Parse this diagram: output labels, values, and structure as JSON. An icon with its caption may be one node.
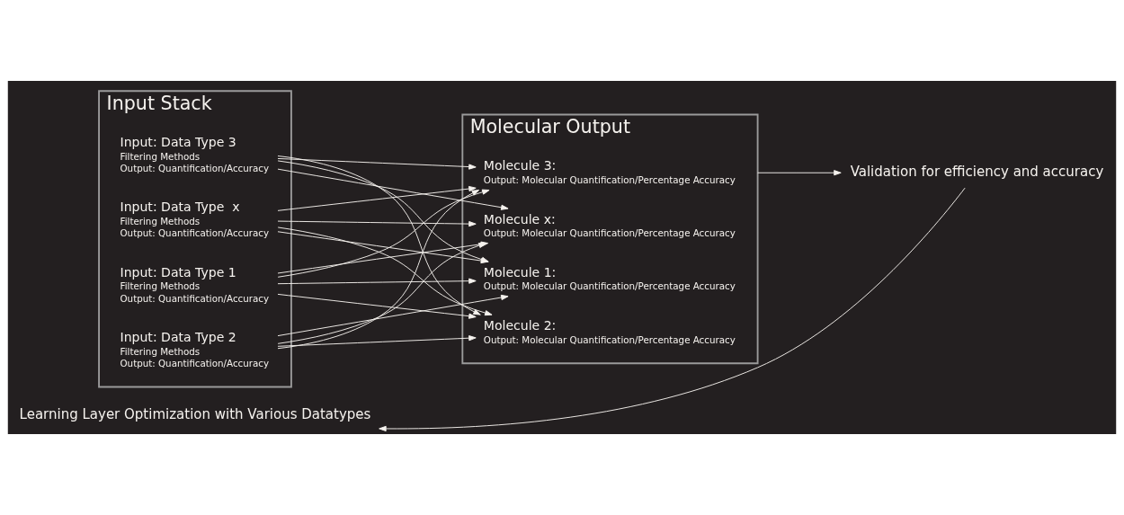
{
  "diagram": {
    "nodes": [
      {
        "text": [
          "Input Stack"
        ]
      },
      {
        "text": [
          "Input: Data Type 1",
          "Filtering Methods",
          "Output: Quantification/Accuracy"
        ],
        "in": 0
      },
      {
        "text": [
          "Input: Data Type 2",
          "Filtering Methods",
          "Output: Quantification/Accuracy"
        ],
        "in": 0
      },
      {
        "text": [
          "Input: Data Type 3",
          "Filtering Methods",
          "Output: Quantification/Accuracy"
        ],
        "in": 0
      },
      {
        "text": [
          "Input: Data Type  x",
          "Filtering Methods",
          "Output: Quantification/Accuracy"
        ],
        "in": 0
      },
      {
        "text": [
          "Molecular Output"
        ]
      },
      {
        "text": [
          "Molecule 1:",
          "Output: Molecular Quantification/Percentage Accuracy"
        ],
        "in": 5
      },
      {
        "text": [
          "Molecule 2:",
          "Output: Molecular Quantification/Percentage Accuracy"
        ],
        "in": 5
      },
      {
        "text": [
          "Molecule 3:",
          "Output: Molecular Quantification/Percentage Accuracy"
        ],
        "in": 5
      },
      {
        "text": [
          "Molecule x:",
          "Output: Molecular Quantification/Percentage Accuracy"
        ],
        "in": 5
      },
      {
        "text": [
          "Validation for efficiency and accuracy"
        ]
      },
      {
        "text": [
          "Learning Layer Optimization with Various Datatypes"
        ]
      }
    ],
    "edges": [
      {
        "from": 1,
        "to": 6,
        "arrow": "to"
      },
      {
        "from": 1,
        "to": 7,
        "arrow": "to"
      },
      {
        "from": 1,
        "to": 8,
        "arrow": "to"
      },
      {
        "from": 1,
        "to": 9,
        "arrow": "to"
      },
      {
        "from": 2,
        "to": 6,
        "arrow": "to"
      },
      {
        "from": 2,
        "to": 7,
        "arrow": "to"
      },
      {
        "from": 2,
        "to": 8,
        "arrow": "to"
      },
      {
        "from": 2,
        "to": 9,
        "arrow": "to"
      },
      {
        "from": 3,
        "to": 6,
        "arrow": "to"
      },
      {
        "from": 3,
        "to": 7,
        "arrow": "to"
      },
      {
        "from": 3,
        "to": 8,
        "arrow": "to"
      },
      {
        "from": 3,
        "to": 9,
        "arrow": "to"
      },
      {
        "from": 4,
        "to": 6,
        "arrow": "to"
      },
      {
        "from": 4,
        "to": 7,
        "arrow": "to"
      },
      {
        "from": 4,
        "to": 8,
        "arrow": "to"
      },
      {
        "from": 4,
        "to": 9,
        "arrow": "to"
      },
      {
        "from": 5,
        "to": 10,
        "arrow": "to"
      },
      {
        "from": 10,
        "to": 11,
        "arrow": "to"
      }
    ]
  }
}
